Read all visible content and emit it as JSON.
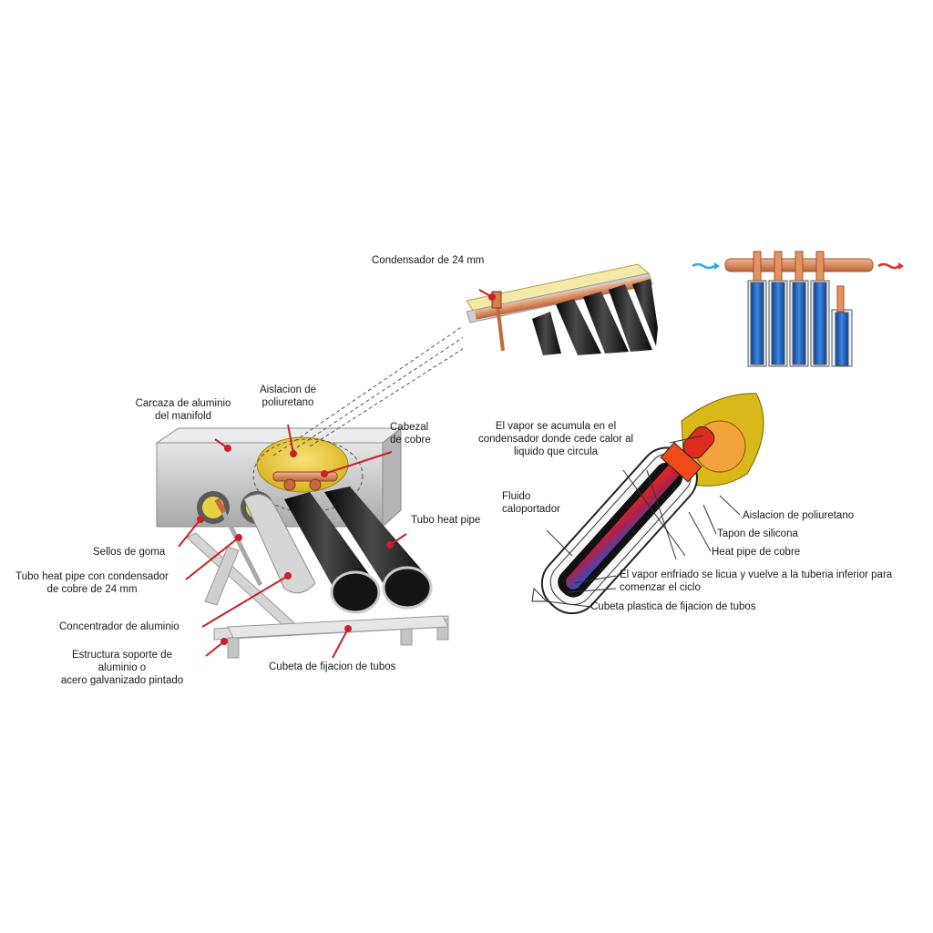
{
  "labels": {
    "condensador": "Condensador de 24 mm",
    "carcaza": [
      "Carcaza de aluminio",
      "del manifold"
    ],
    "aislacion_manifold": [
      "Aislacion  de",
      "poliuretano"
    ],
    "cabezal": [
      "Cabezal",
      "de cobre"
    ],
    "tubo_heat_pipe": "Tubo heat pipe",
    "sellos": "Sellos de goma",
    "tubo_condensador": [
      "Tubo  heat pipe con condensador",
      "de cobre de 24 mm"
    ],
    "concentrador": "Concentrador de aluminio",
    "estructura": [
      "Estructura soporte de",
      "aluminio o",
      "acero galvanizado pintado"
    ],
    "cubeta_tubos": "Cubeta de fijacion de tubos",
    "vapor_acumula": [
      "El vapor  se acumula en el",
      "condensador donde cede calor al",
      "liquido que circula"
    ],
    "fluido": [
      "Fluido",
      "caloportador"
    ],
    "aislacion_detalle": "Aislacion  de poliuretano",
    "tapon": "Tapon de silicona",
    "heat_pipe_cobre": "Heat pipe de cobre",
    "vapor_enfriado": [
      "El vapor  enfriado se licua  y  vuelve a la tuberia inferior para",
      "comenzar el ciclo"
    ],
    "cubeta_plastica": "Cubeta  plastica  de fijacion de tubos"
  },
  "colors": {
    "leader": "#c8202a",
    "dashed": "#555555",
    "copper": "#d9875a",
    "tube_black": "#1b1b1b",
    "casing": "#c9c9c9",
    "insulation": "#e7c33a",
    "heat_red": "#e02b1e",
    "cold_blue": "#2b57c8",
    "water_blue": "#1e5fb8",
    "flow_in": "#27a9e1",
    "flow_out": "#e0302a"
  }
}
